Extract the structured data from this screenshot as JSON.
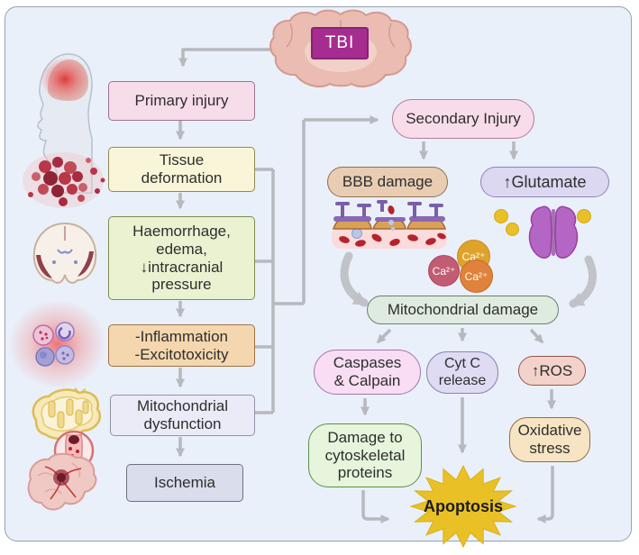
{
  "palette": {
    "background": "#eaf0fa",
    "arrow_gray": "#b6b9bd",
    "tbi_magenta": "#a62d90",
    "apoptosis_yellow": "#e9c127"
  },
  "tbi": {
    "label": "TBI"
  },
  "primary_cascade": {
    "boxes": [
      {
        "label": "Primary injury"
      },
      {
        "label": "Tissue\ndeformation"
      },
      {
        "label": "Haemorrhage,\nedema,\n↓intracranial\npressure"
      },
      {
        "label": "-Inflammation\n-Excitotoxicity"
      },
      {
        "label": "Mitochondrial\ndysfunction"
      },
      {
        "label": "Ischemia"
      }
    ]
  },
  "secondary_cascade": {
    "secondary_injury": "Secondary Injury",
    "bbb_damage": "BBB damage",
    "glutamate": "↑Glutamate",
    "calcium_ion": "Ca²⁺",
    "mitochondrial_damage": "Mitochondrial damage",
    "caspases_calpain": "Caspases\n& Calpain",
    "cyt_c_release": "Cyt C\nrelease",
    "ros": "↑ROS",
    "cytoskeletal_damage": "Damage to\ncytoskeletal\nproteins",
    "oxidative_stress": "Oxidative\nstress",
    "apoptosis": "Apoptosis"
  },
  "icons": {
    "injured-head-icon": "human head profile with red brain injury glow",
    "hemorrhage-cells-icon": "cluster of red blood cells",
    "brain-edema-icon": "coronal brain section with hemorrhage",
    "inflammation-cells-icon": "immune cells over red inflammation glow",
    "mitochondria-icon": "yellow mitochondrion",
    "ischemic-brain-icon": "brain with occluded vessel inset",
    "tbi-brain-icon": "rodent brain coronal section",
    "bbb-icon": "blood-brain barrier with leaking red cells",
    "glutamate-receptor-icon": "purple membrane receptor channel",
    "glutamate-molecule-icon": "yellow glutamate dots",
    "calcium-ion-badge": "Ca2+ ion circles",
    "apoptosis-starburst-icon": "yellow starburst"
  }
}
